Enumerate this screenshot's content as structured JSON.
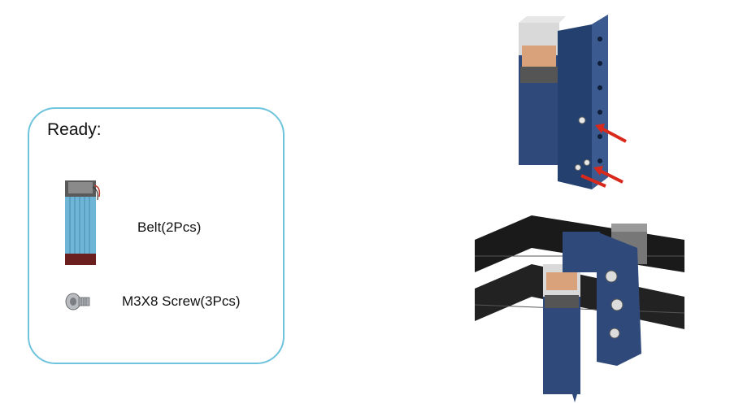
{
  "ready_panel": {
    "title": "Ready:",
    "items": [
      {
        "label": "Belt(2Pcs)",
        "icon": "laser-module-icon"
      },
      {
        "label": "M3X8 Screw(3Pcs)",
        "icon": "screw-icon"
      }
    ],
    "border_color": "#6ec4dc"
  },
  "illustrations": {
    "top": "laser-module-bracket-assembly",
    "bottom": "laser-module-mounted-on-frame",
    "arrow_color": "#d9291c",
    "metal_color": "#2f4a7a"
  }
}
